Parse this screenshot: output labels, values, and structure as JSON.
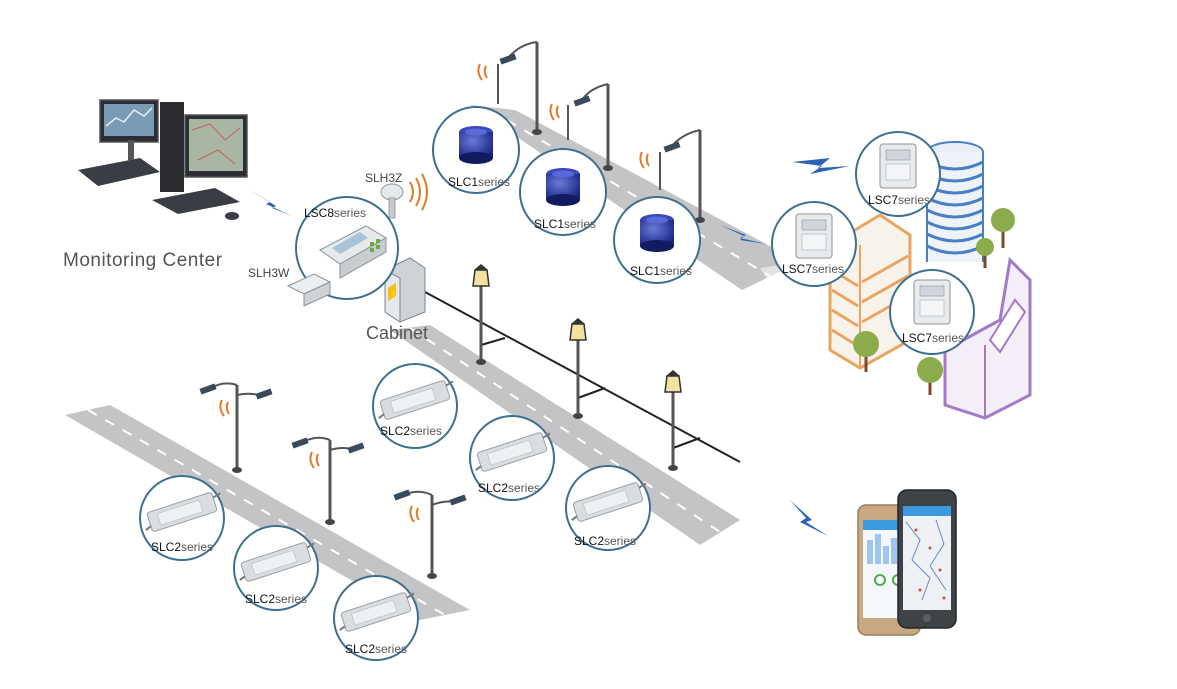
{
  "labels": {
    "monitoring_center": "Monitoring Center",
    "cabinet": "Cabinet",
    "slh3z": "SLH3Z",
    "slh3w": "SLH3W"
  },
  "devices": {
    "lsc8": {
      "model": "LSC8",
      "suffix": "series"
    },
    "slc1": {
      "model": "SLC1",
      "suffix": "series"
    },
    "slc2": {
      "model": "SLC2",
      "suffix": "series"
    },
    "lsc7": {
      "model": "LSC7",
      "suffix": "series"
    }
  },
  "colors": {
    "circle_stroke": "#3f6f8f",
    "road": "#c9c9cb",
    "cable": "#222222",
    "wireless_signal": "#e07a28",
    "link_bolt": "#2c63b8",
    "building_orange": "#e8a562",
    "building_blue": "#4b7fc4",
    "building_purple": "#a27bc6",
    "tree": "#8cab4a"
  },
  "icons": [
    "computer-workstation-icon",
    "cabinet-icon",
    "antenna-icon",
    "street-lamp-icon",
    "garden-lamp-icon",
    "led-driver-icon",
    "nema-controller-icon",
    "energy-meter-icon",
    "smartphone-icon",
    "lightning-link-icon",
    "building-icon",
    "tree-icon"
  ]
}
